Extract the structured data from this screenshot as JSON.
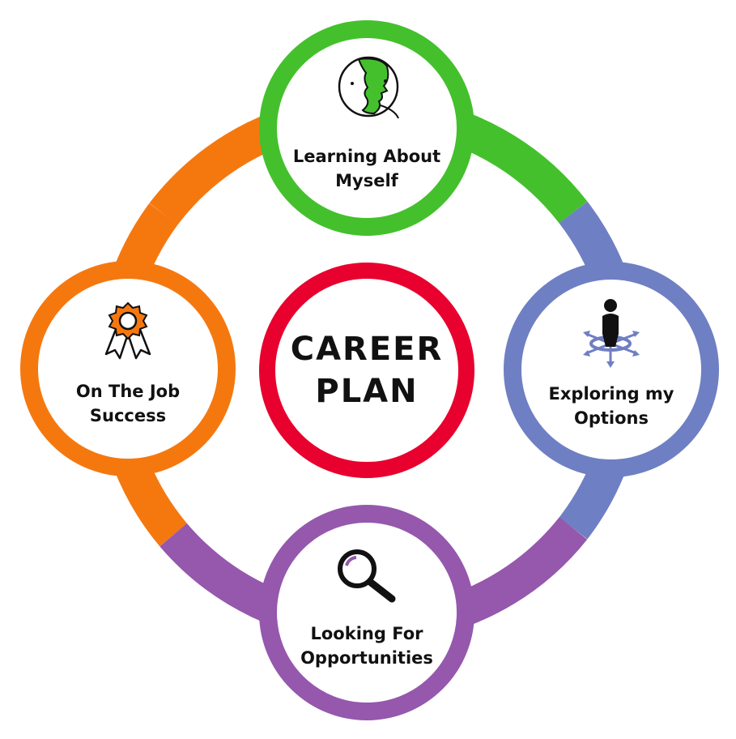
{
  "center": {
    "line1": "CAREER",
    "line2": "PLAN",
    "color": "#e8002f"
  },
  "stages": {
    "top": {
      "line1": "Learning About",
      "line2": "Myself",
      "color": "#44c02d",
      "icon": "face-profile-icon"
    },
    "right": {
      "line1": "Exploring my",
      "line2": "Options",
      "color": "#6f7fc3",
      "icon": "person-directions-icon"
    },
    "bottom": {
      "line1": "Looking For",
      "line2": "Opportunities",
      "color": "#9558ad",
      "icon": "magnifier-icon"
    },
    "left": {
      "line1": "On The Job",
      "line2": "Success",
      "color": "#f5780f",
      "icon": "award-ribbon-icon"
    }
  }
}
